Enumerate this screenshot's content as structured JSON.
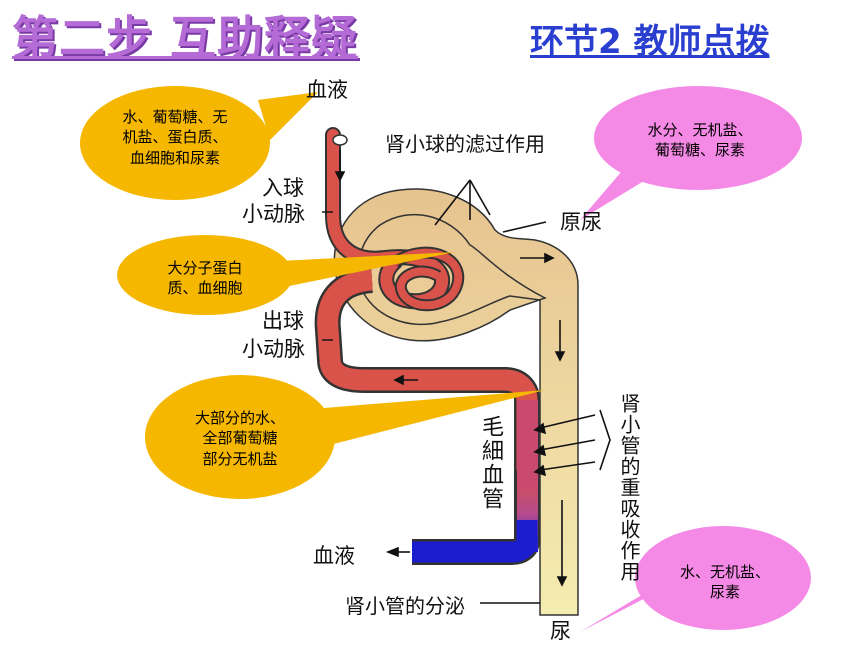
{
  "header": {
    "left_title": "第二步  互助释疑",
    "right_title": "环节2  教师点拨"
  },
  "diagram": {
    "labels": {
      "blood_top": "血液",
      "glomerulus_filtration": "肾小球的滤过作用",
      "afferent_arteriole": "入球\n小动脉",
      "afferent_line1": "入球",
      "afferent_line2": "小动脉",
      "primary_urine": "原尿",
      "efferent_line1": "出球",
      "efferent_line2": "小动脉",
      "capillary": "毛細血管",
      "tubule_reabsorption": "肾小管的重吸收作用",
      "blood_bottom": "血液",
      "tubule_secretion": "肾小管的分泌",
      "urine": "尿"
    },
    "callouts": [
      {
        "name": "callout-blood-components",
        "text": "水、葡萄糖、无\n机盐、蛋白质、\n血细胞和尿素",
        "color": "#f5b700"
      },
      {
        "name": "callout-filtered",
        "text": "水分、无机盐、\n葡萄糖、尿素",
        "color": "#f58ae6"
      },
      {
        "name": "callout-not-filtered",
        "text": "大分子蛋白\n质、血细胞",
        "color": "#f5b700"
      },
      {
        "name": "callout-reabsorbed",
        "text": "大部分的水、\n全部葡萄糖\n部分无机盐",
        "color": "#f5b700"
      },
      {
        "name": "callout-urine",
        "text": "水、无机盐、\n尿素",
        "color": "#f58ae6"
      }
    ]
  },
  "colors": {
    "vessel_red": "#d9534a",
    "vessel_blue": "#1c1ccf",
    "tubule_tan": "#e8c998",
    "tubule_yellow": "#f3e6a2",
    "callout_orange": "#f5b700",
    "callout_pink": "#f58ae6"
  }
}
